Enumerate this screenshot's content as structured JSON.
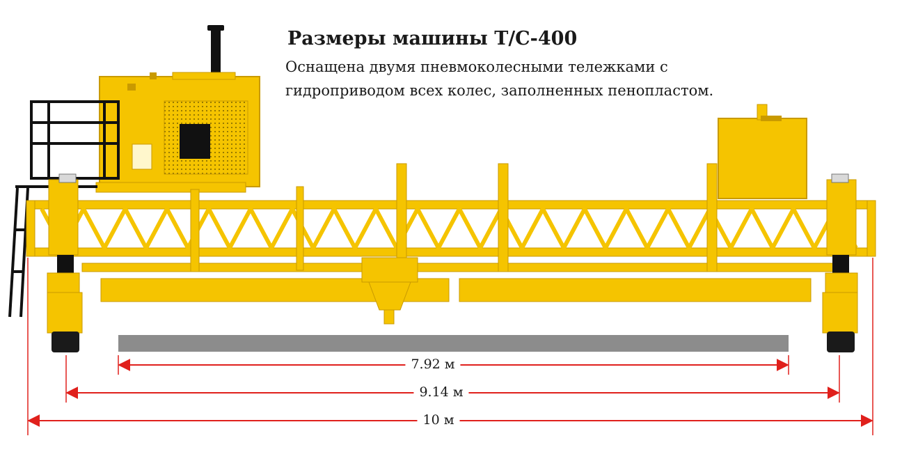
{
  "title": "Размеры машины Т/С-400",
  "description": [
    "Оснащена двумя пневмоколесными тележками с",
    "гидроприводом всех колес, заполненных пенопластом."
  ],
  "dimensions": [
    {
      "label": "7.92 м"
    },
    {
      "label": "9.14 м"
    },
    {
      "label": "10 м"
    }
  ],
  "colors": {
    "machine": "#f5c400",
    "machine_dark": "#c99a00",
    "frame_black": "#111111",
    "dimension_line": "#e0201c",
    "paving_strip": "#8c8c8c"
  }
}
